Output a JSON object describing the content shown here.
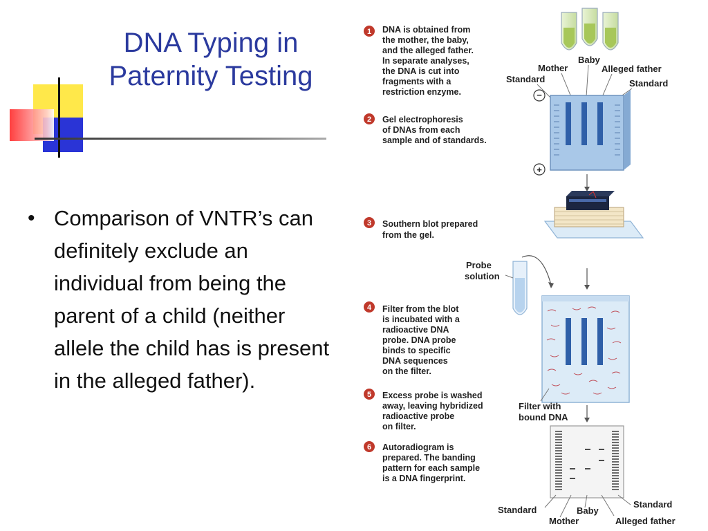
{
  "slide": {
    "title_line1": "DNA Typing in",
    "title_line2": "Paternity Testing",
    "bullet": "Comparison of VNTR’s can definitely exclude an individual from being the parent of a child (neither allele the child has is present in the alleged father)."
  },
  "figure": {
    "steps": [
      {
        "number": "1",
        "lines": [
          "DNA is obtained from",
          "the mother, the baby,",
          "and the alleged father.",
          "In separate analyses,",
          "the DNA is cut into",
          "fragments with a",
          "restriction enzyme."
        ]
      },
      {
        "number": "2",
        "lines": [
          "Gel electrophoresis",
          "of DNAs from each",
          "sample and of standards."
        ]
      },
      {
        "number": "3",
        "lines": [
          "Southern blot prepared",
          "from the gel."
        ]
      },
      {
        "number": "4",
        "lines": [
          "Filter from the blot",
          "is incubated with a",
          "radioactive DNA",
          "probe. DNA probe",
          "binds to specific",
          "DNA sequences",
          "on the filter."
        ]
      },
      {
        "number": "5",
        "lines": [
          "Excess probe is washed",
          "away, leaving hybridized",
          "radioactive probe",
          "on filter."
        ]
      },
      {
        "number": "6",
        "lines": [
          "Autoradiogram is",
          "prepared. The banding",
          "pattern for each sample",
          "is a DNA fingerprint."
        ]
      }
    ],
    "labels": {
      "mother": "Mother",
      "baby": "Baby",
      "alleged_father": "Alleged father",
      "standard": "Standard",
      "minus": "−",
      "plus": "+",
      "probe_line1": "Probe",
      "probe_line2": "solution",
      "filter_line1": "Filter with",
      "filter_line2": "bound DNA"
    },
    "colors": {
      "step_circle": "#c0392b",
      "gel": "#a9c8e8",
      "band": "#2f5fa8",
      "title": "#2b3a9e"
    }
  }
}
